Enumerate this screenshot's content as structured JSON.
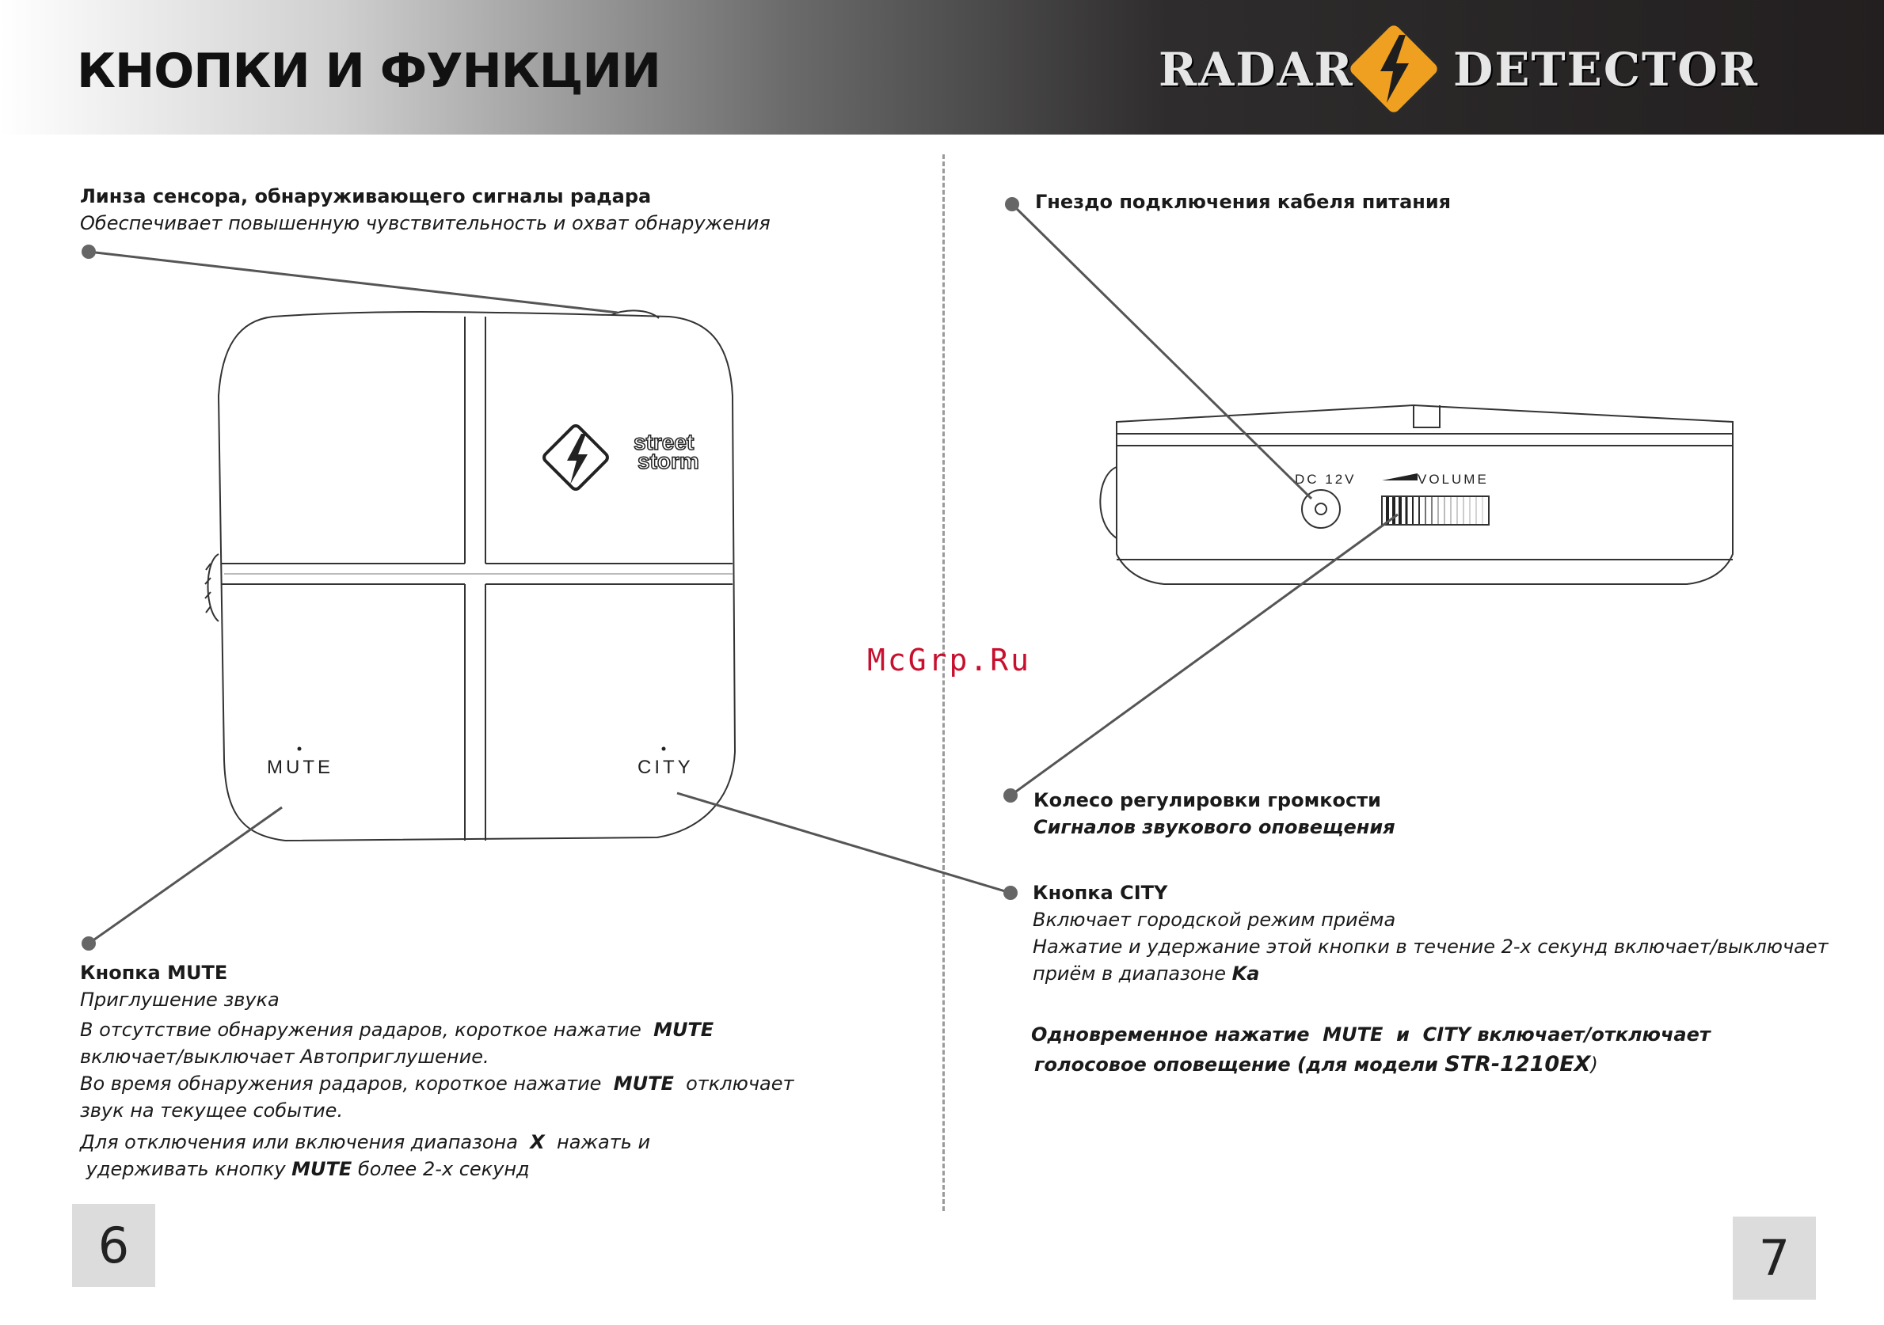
{
  "header": {
    "title": "КНОПКИ И ФУНКЦИИ",
    "brand_left": "RADAR",
    "brand_right": "DETECTOR",
    "brand_badge_color": "#f0a020"
  },
  "device_front": {
    "logo_line1": "street",
    "logo_line2": "storm",
    "mute_label": "MUTE",
    "city_label": "CITY"
  },
  "device_side": {
    "dc_label": "DC 12V",
    "volume_label": "VOLUME"
  },
  "watermark": "McGrp.Ru",
  "left": {
    "lens_title": "Линза  сенсора, обнаруживающего сигналы радара",
    "lens_desc": "Обеспечивает повышенную чувствительность и охват обнаружения",
    "mute_title": "Кнопка MUTE",
    "mute_line1": "Приглушение звука",
    "mute_line2": "В отсутствие обнаружения радаров, короткое нажатие",
    "mute_kw": "MUTE",
    "mute_line3": "включает/выключает Автоприглушение.",
    "mute_line4": "Во время обнаружения радаров, короткое нажатие",
    "mute_kw2": "MUTE",
    "mute_line4b": "отключает",
    "mute_line5": "звук на текущее событие.",
    "mute_line6": "Для отключения или включения диапазона",
    "mute_kw3": "X",
    "mute_line6b": "нажать и",
    "mute_line7": "удерживать кнопку",
    "mute_kw4": "MUTE",
    "mute_line7b": "более 2-х секунд"
  },
  "right": {
    "power_title": "Гнездо подключения кабеля питания",
    "volume_title": "Колесо регулировки громкости",
    "volume_desc": "Сигналов звукового оповещения",
    "city_title": "Кнопка CITY",
    "city_line1": "Включает городской режим приёма",
    "city_line2": "Нажатие и удержание этой кнопки в течение 2-х секунд включает/выключает",
    "city_line3": "приём в диапазоне",
    "city_kw": "Ka",
    "combo_line1a": "Одновременное нажатие",
    "combo_kw1": "MUTE",
    "combo_and": "и",
    "combo_kw2": "CITY",
    "combo_line1b": "включает/отключает",
    "combo_line2": "голосовое оповещение (для модели",
    "combo_model": "STR-1210EX",
    "combo_close": ")"
  },
  "pages": {
    "left": "6",
    "right": "7"
  }
}
